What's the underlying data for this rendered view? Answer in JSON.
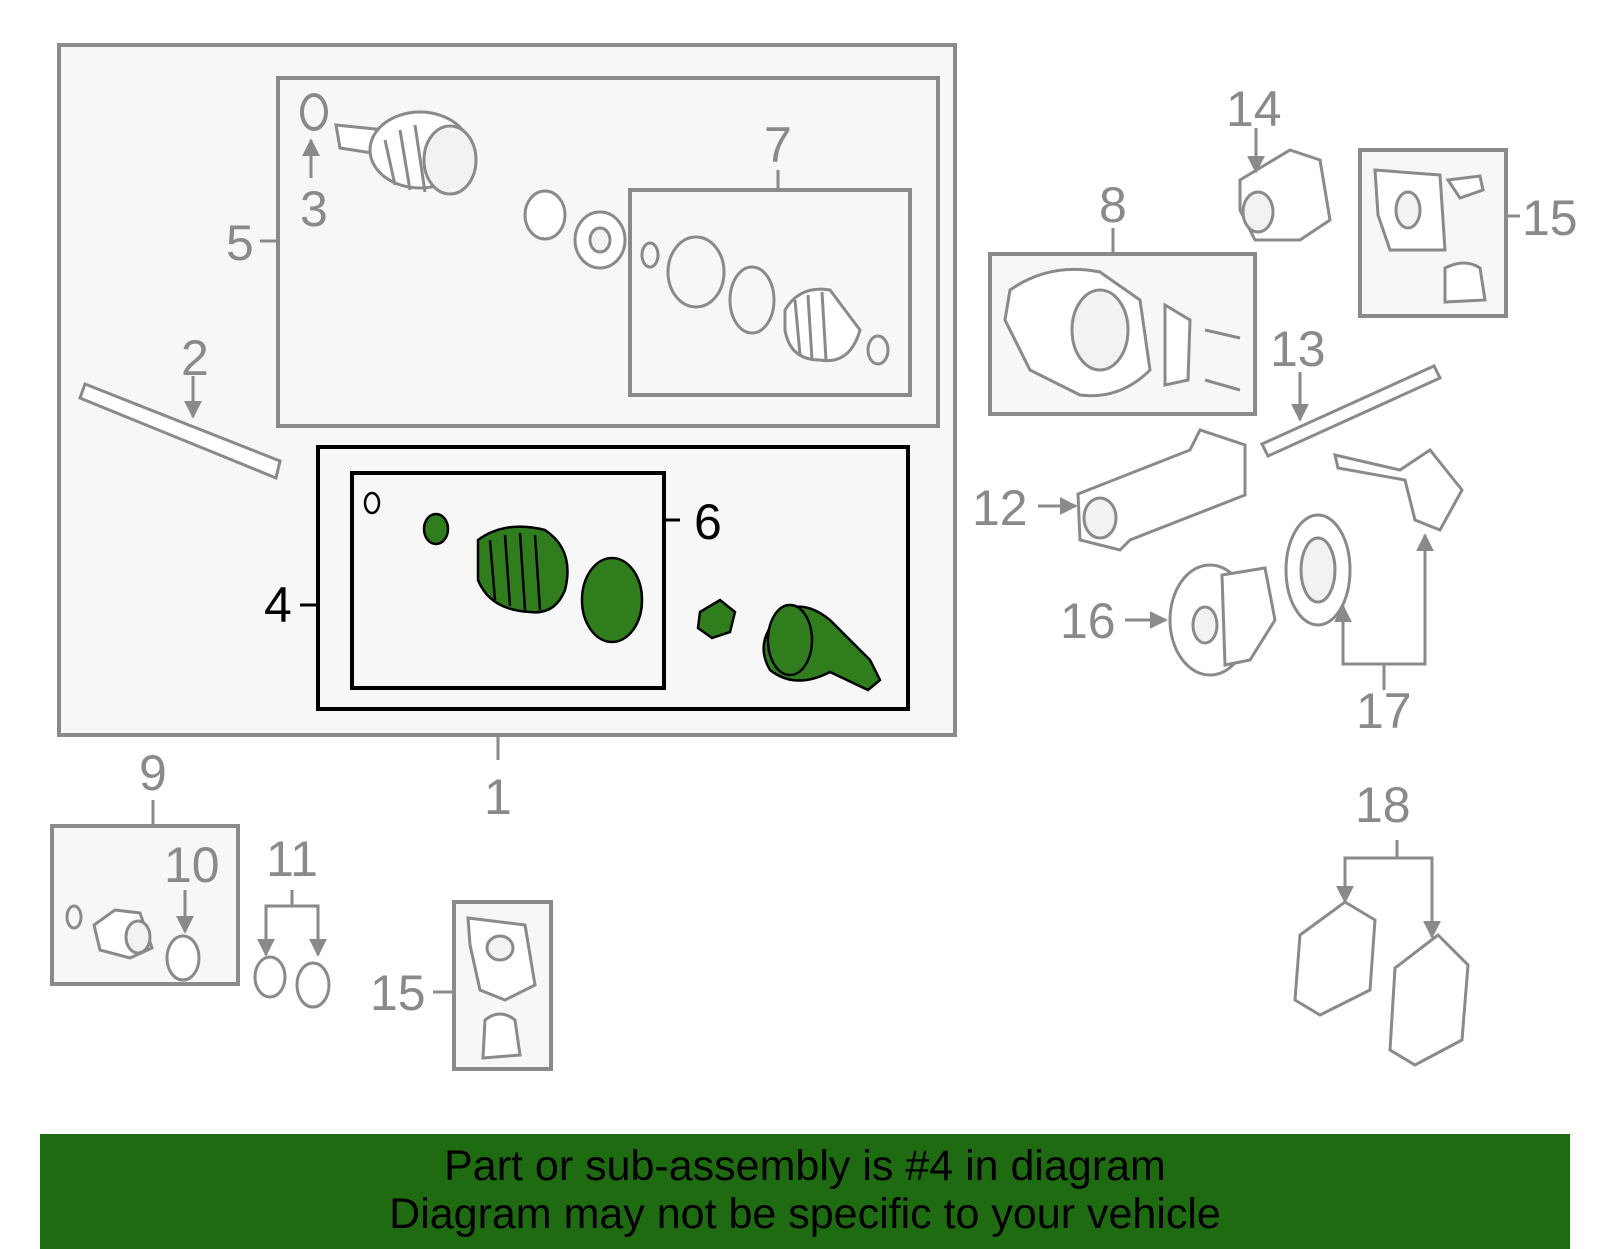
{
  "callouts": {
    "n1": "1",
    "n2": "2",
    "n3": "3",
    "n4": "4",
    "n5": "5",
    "n6": "6",
    "n7": "7",
    "n8": "8",
    "n9": "9",
    "n10": "10",
    "n11": "11",
    "n12": "12",
    "n13": "13",
    "n14": "14",
    "n15a": "15",
    "n15b": "15",
    "n16": "16",
    "n17": "17",
    "n18": "18"
  },
  "highlight": {
    "part_number": "4",
    "color": "#2f7d1d"
  },
  "colors": {
    "line_gray": "#8a8a8a",
    "box_fill": "#f7f7f7",
    "banner_bg": "#1f6b12",
    "highlight_green": "#2f7d1d"
  },
  "banner": {
    "line1": "Part or sub-assembly is #4 in diagram",
    "line2": "Diagram may not be specific to your vehicle"
  }
}
